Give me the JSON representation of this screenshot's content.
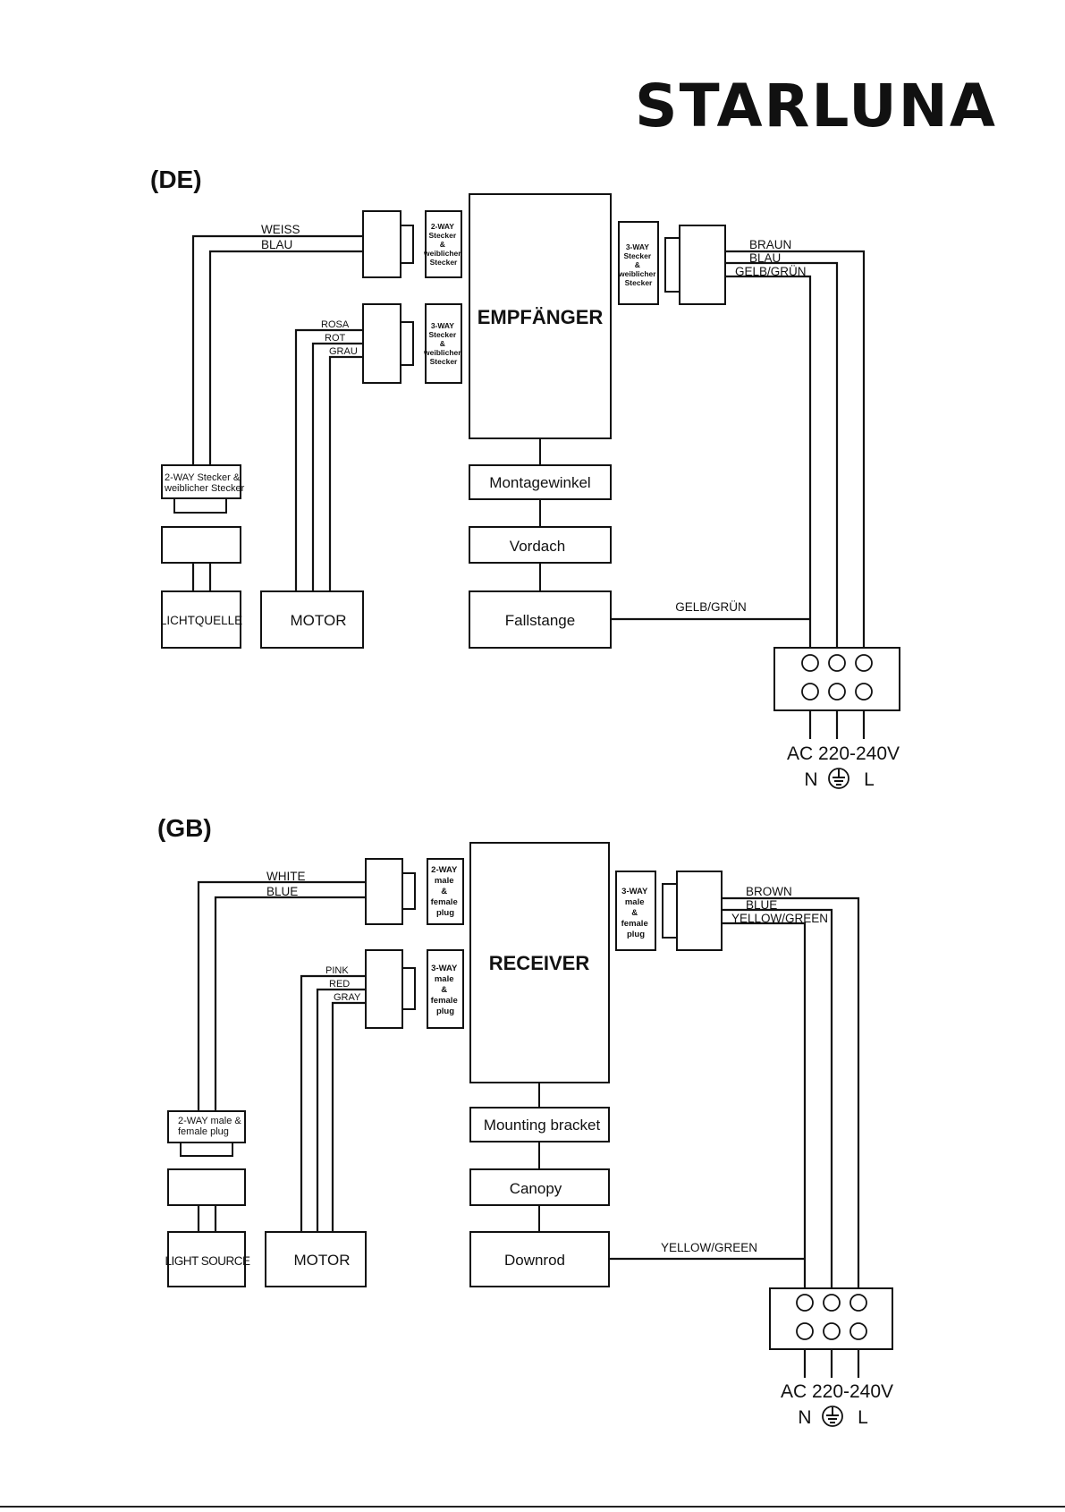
{
  "brand": {
    "logo_text": "STARLUNA"
  },
  "de": {
    "section_label": "(DE)",
    "receiver_label": "EMPFÄNGER",
    "conn_left_top": [
      "2-WAY",
      "Stecker",
      "&",
      "weiblicher",
      "Stecker"
    ],
    "conn_left_bottom": [
      "3-WAY",
      "Stecker",
      "&",
      "weiblicher",
      "Stecker"
    ],
    "conn_right": [
      "3-WAY",
      "Stecker",
      "&",
      "weiblicher",
      "Stecker"
    ],
    "wires_light": [
      "WEISS",
      "BLAU"
    ],
    "wires_motor": [
      "ROSA",
      "ROT",
      "GRAU"
    ],
    "wires_supply": [
      "BRAUN",
      "BLAU",
      "GELB/GRÜN"
    ],
    "light_plug": [
      "2-WAY Stecker &",
      "weiblicher Stecker"
    ],
    "light_source": "LICHTQUELLE",
    "motor": "MOTOR",
    "mounting_bracket": "Montagewinkel",
    "canopy": "Vordach",
    "downrod": "Fallstange",
    "ground_wire": "GELB/GRÜN",
    "supply": "AC 220-240V",
    "n": "N",
    "l": "L"
  },
  "gb": {
    "section_label": "(GB)",
    "receiver_label": "RECEIVER",
    "conn_left_top": [
      "2-WAY",
      "male",
      "&",
      "female",
      "plug"
    ],
    "conn_left_bottom": [
      "3-WAY",
      "male",
      "&",
      "female",
      "plug"
    ],
    "conn_right": [
      "3-WAY",
      "male",
      "&",
      "female",
      "plug"
    ],
    "wires_light": [
      "WHITE",
      "BLUE"
    ],
    "wires_motor": [
      "PINK",
      "RED",
      "GRAY"
    ],
    "wires_supply": [
      "BROWN",
      "BLUE",
      "YELLOW/GREEN"
    ],
    "light_plug": [
      "2-WAY male &",
      "female plug"
    ],
    "light_source": "LIGHT SOURCE",
    "motor": "MOTOR",
    "mounting_bracket": "Mounting bracket",
    "canopy": "Canopy",
    "downrod": "Downrod",
    "ground_wire": "YELLOW/GREEN",
    "supply": "AC 220-240V",
    "n": "N",
    "l": "L"
  }
}
